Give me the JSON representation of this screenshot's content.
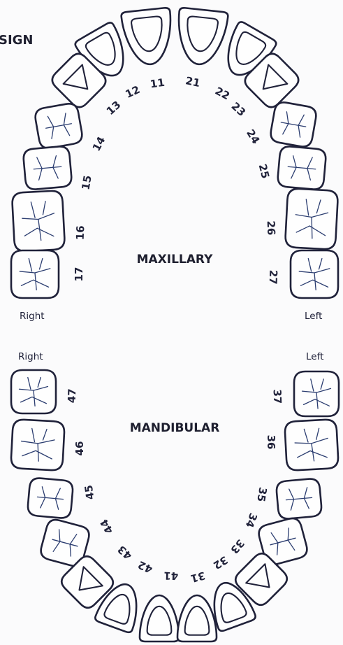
{
  "header": {
    "partial_title": "SIGN"
  },
  "maxillary": {
    "label": "MAXILLARY",
    "right_label": "Right",
    "left_label": "Left",
    "teeth": [
      "11",
      "12",
      "13",
      "14",
      "15",
      "16",
      "17",
      "21",
      "22",
      "23",
      "24",
      "25",
      "26",
      "27"
    ]
  },
  "mandibular": {
    "label": "MANDIBULAR",
    "right_label": "Right",
    "left_label": "Left",
    "teeth": [
      "31",
      "32",
      "33",
      "34",
      "35",
      "36",
      "37",
      "41",
      "42",
      "43",
      "44",
      "45",
      "46",
      "47"
    ]
  },
  "colors": {
    "outline": "#20223a",
    "groove": "#2b3d70",
    "background": "#fbfbfc"
  }
}
